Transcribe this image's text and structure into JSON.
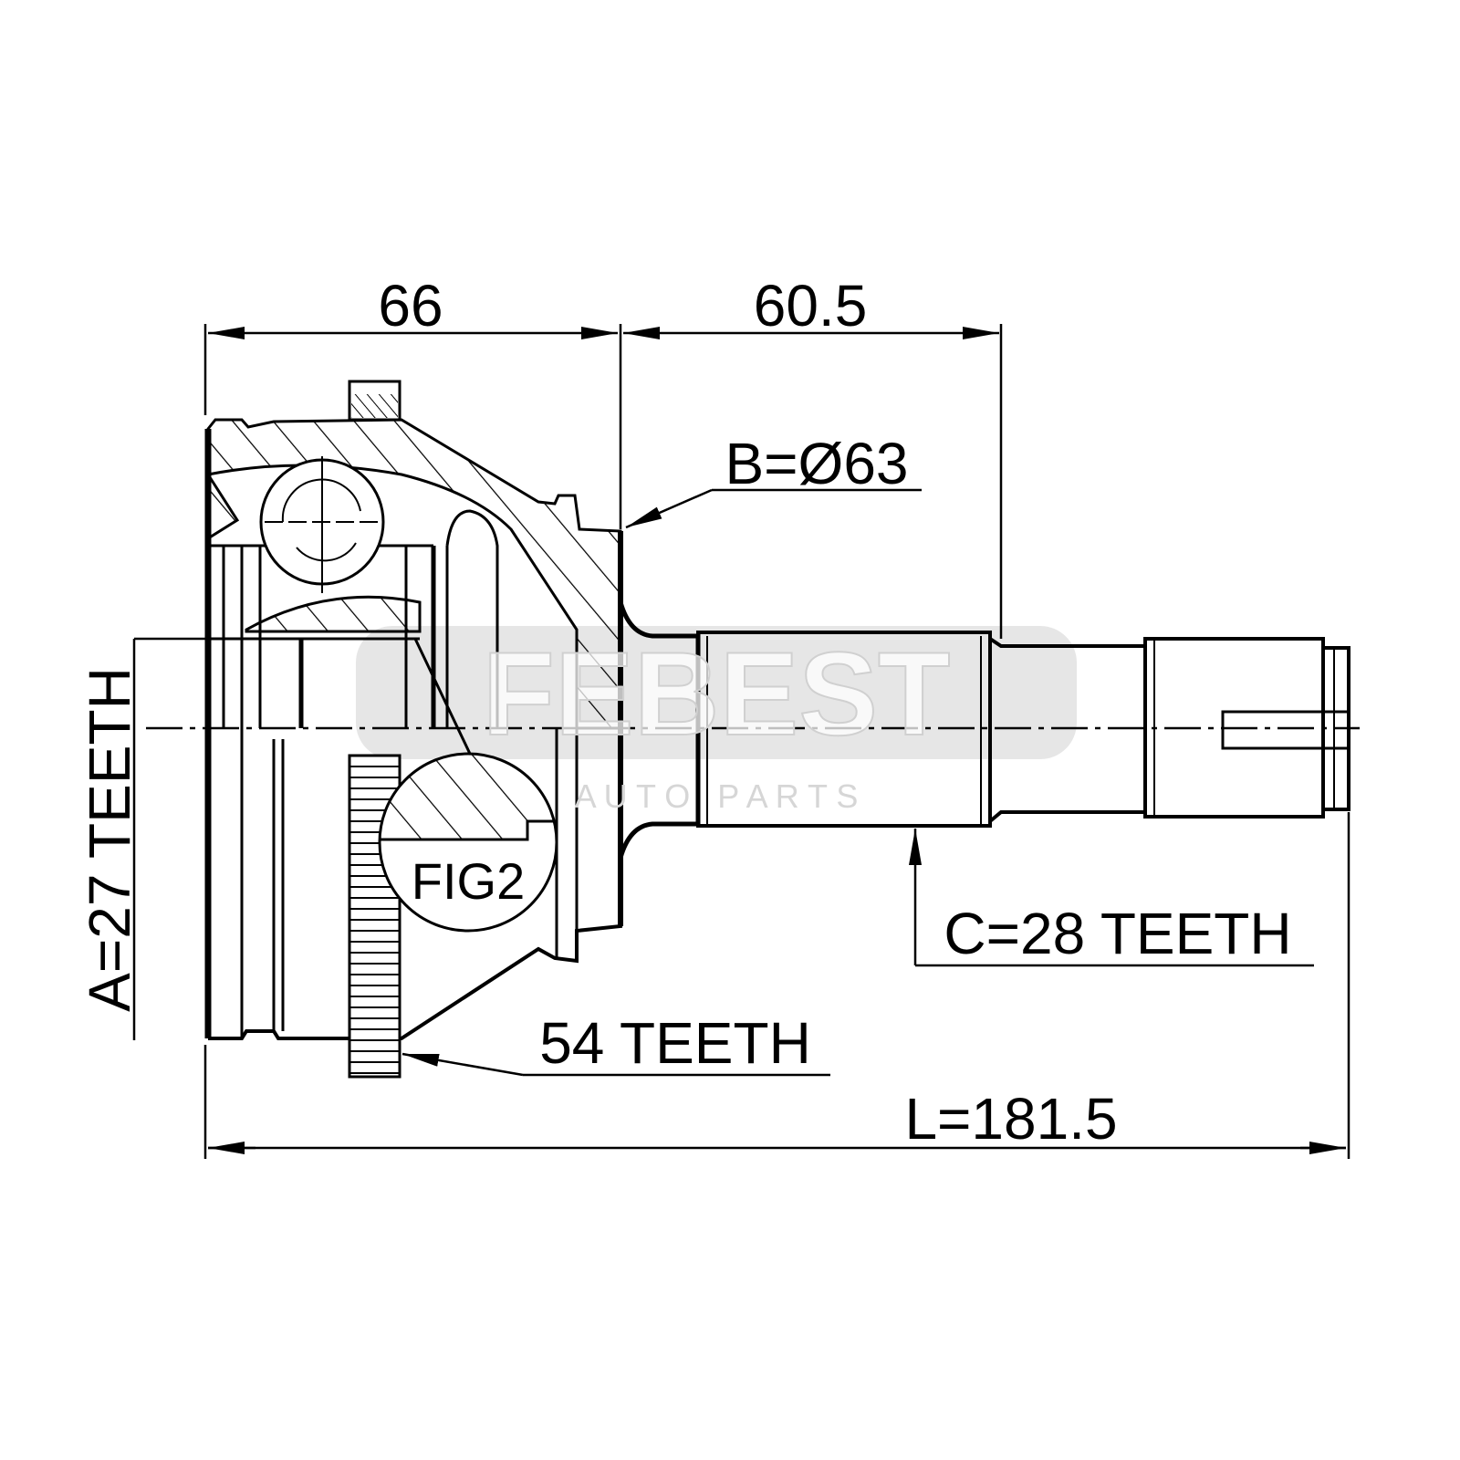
{
  "drawing": {
    "title": "Outer CV joint dimension drawing",
    "dimensions": {
      "housing_length": "66",
      "shaft_length": "60.5",
      "outer_diameter": "B=Ø63",
      "inner_spline": "A=27 TEETH",
      "outer_spline": "C=28 TEETH",
      "abs_ring": "54 TEETH",
      "total_length": "L=181.5"
    },
    "detail_label": "FIG2",
    "watermark": {
      "brand": "FEBEST",
      "tagline": "A U T O   P A R T S"
    },
    "colors": {
      "line": "#000000",
      "watermark": "#e2e2e2"
    }
  }
}
